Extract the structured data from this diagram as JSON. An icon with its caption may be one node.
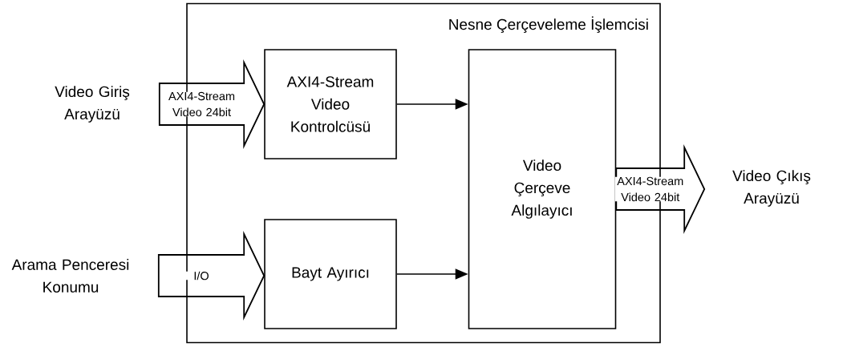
{
  "diagram": {
    "nodes": [
      {
        "text": [
          "Nesne Çerçeveleme İşlemcisi"
        ]
      },
      {
        "text": [
          "Video Giriş Arayüzü"
        ]
      },
      {
        "text": [
          "Arama Penceresi Konumu"
        ]
      },
      {
        "text": [
          "AXI4-Stream Video Kontrolcüsü"
        ],
        "in": 0
      },
      {
        "text": [
          "Bayt Ayırıcı"
        ],
        "in": 0
      },
      {
        "text": [
          "Video Çerçeve Algılayıcı"
        ],
        "in": 0
      },
      {
        "text": [
          "Video Çıkış Arayüzü"
        ]
      }
    ],
    "edges": [
      {
        "from": 1,
        "to": 3,
        "arrow": "to",
        "label": "AXI4-Stream Video 24bit",
        "style": "thick"
      },
      {
        "from": 2,
        "to": 4,
        "arrow": "to",
        "label": "I/O",
        "style": "thick"
      },
      {
        "from": 3,
        "to": 5,
        "arrow": "to"
      },
      {
        "from": 4,
        "to": 5,
        "arrow": "to"
      },
      {
        "from": 5,
        "to": 6,
        "arrow": "to",
        "label": "AXI4-Stream Video 24bit",
        "style": "thick"
      }
    ]
  }
}
